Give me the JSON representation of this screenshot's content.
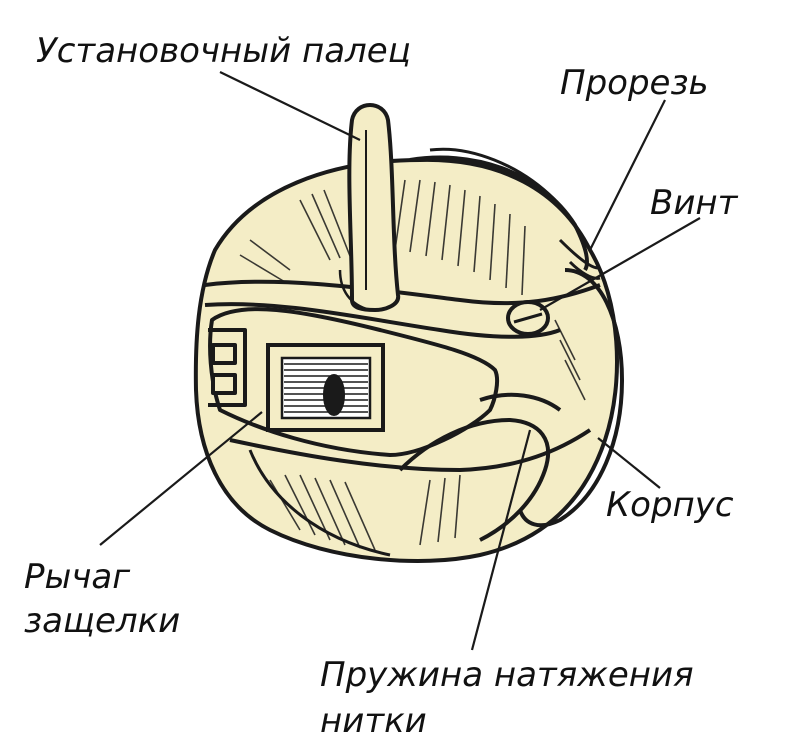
{
  "labels": {
    "setting_finger": "Установочный палец",
    "slot": "Прорезь",
    "screw": "Винт",
    "body": "Корпус",
    "latch_lever_line1": "Рычаг",
    "latch_lever_line2": "защелки",
    "tension_spring_line1": "Пружина натяжения",
    "tension_spring_line2": "нитки"
  },
  "colors": {
    "fill": "#f4edc6",
    "stroke": "#1a1a1a",
    "background": "#ffffff"
  }
}
